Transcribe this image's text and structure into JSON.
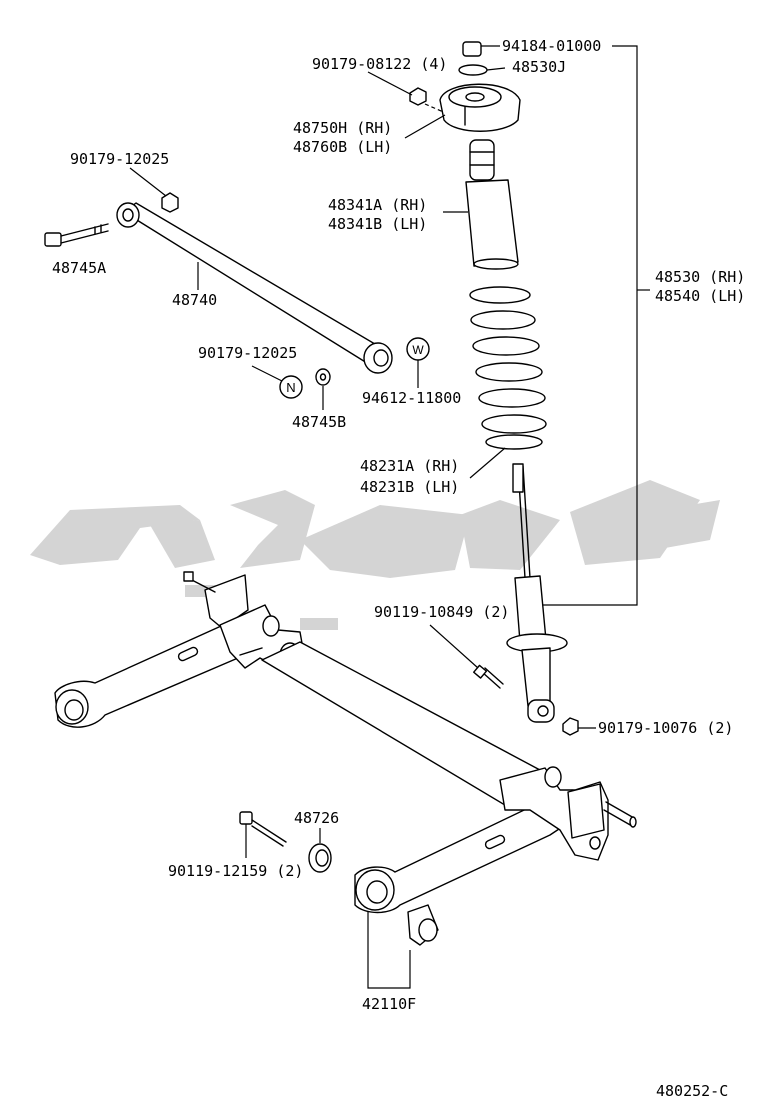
{
  "diagram_id": "480252-C",
  "watermark": {
    "color": "#d4d4d4"
  },
  "labels": {
    "p94184": "94184-01000",
    "p48530J": "48530J",
    "p90179_08122": "90179-08122 (4)",
    "p48750H": "48750H (RH)",
    "p48760B": "48760B (LH)",
    "p90179_12025a": "90179-12025",
    "p48341A": "48341A (RH)",
    "p48341B": "48341B (LH)",
    "p48745A": "48745A",
    "p48740": "48740",
    "p48530RH": "48530 (RH)",
    "p48540LH": "48540 (LH)",
    "p90179_12025b": "90179-12025",
    "p94612": "94612-11800",
    "p48745B": "48745B",
    "p48231A": "48231A (RH)",
    "p48231B": "48231B (LH)",
    "p90119_10849": "90119-10849 (2)",
    "p90179_10076": "90179-10076 (2)",
    "p48726": "48726",
    "p90119_12159": "90119-12159 (2)",
    "p42110F": "42110F"
  },
  "markers": {
    "nut_marker": "N",
    "washer_marker": "W"
  }
}
